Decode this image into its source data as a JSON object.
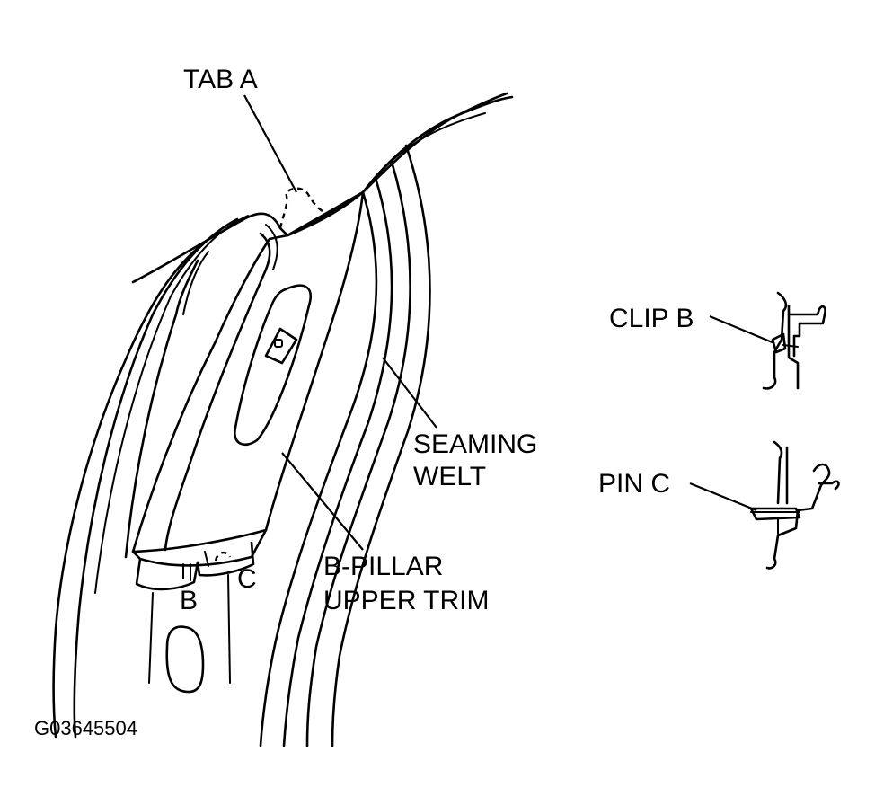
{
  "labels": {
    "tab_a": "TAB A",
    "clip_b": "CLIP B",
    "pin_c": "PIN C",
    "seaming_welt_line1": "SEAMING",
    "seaming_welt_line2": "WELT",
    "b_pillar_line1": "B-PILLAR",
    "b_pillar_line2": "UPPER TRIM",
    "marker_b": "B",
    "marker_c": "C"
  },
  "figure_id": "G03645504",
  "colors": {
    "line": "#000000",
    "background": "#ffffff"
  }
}
